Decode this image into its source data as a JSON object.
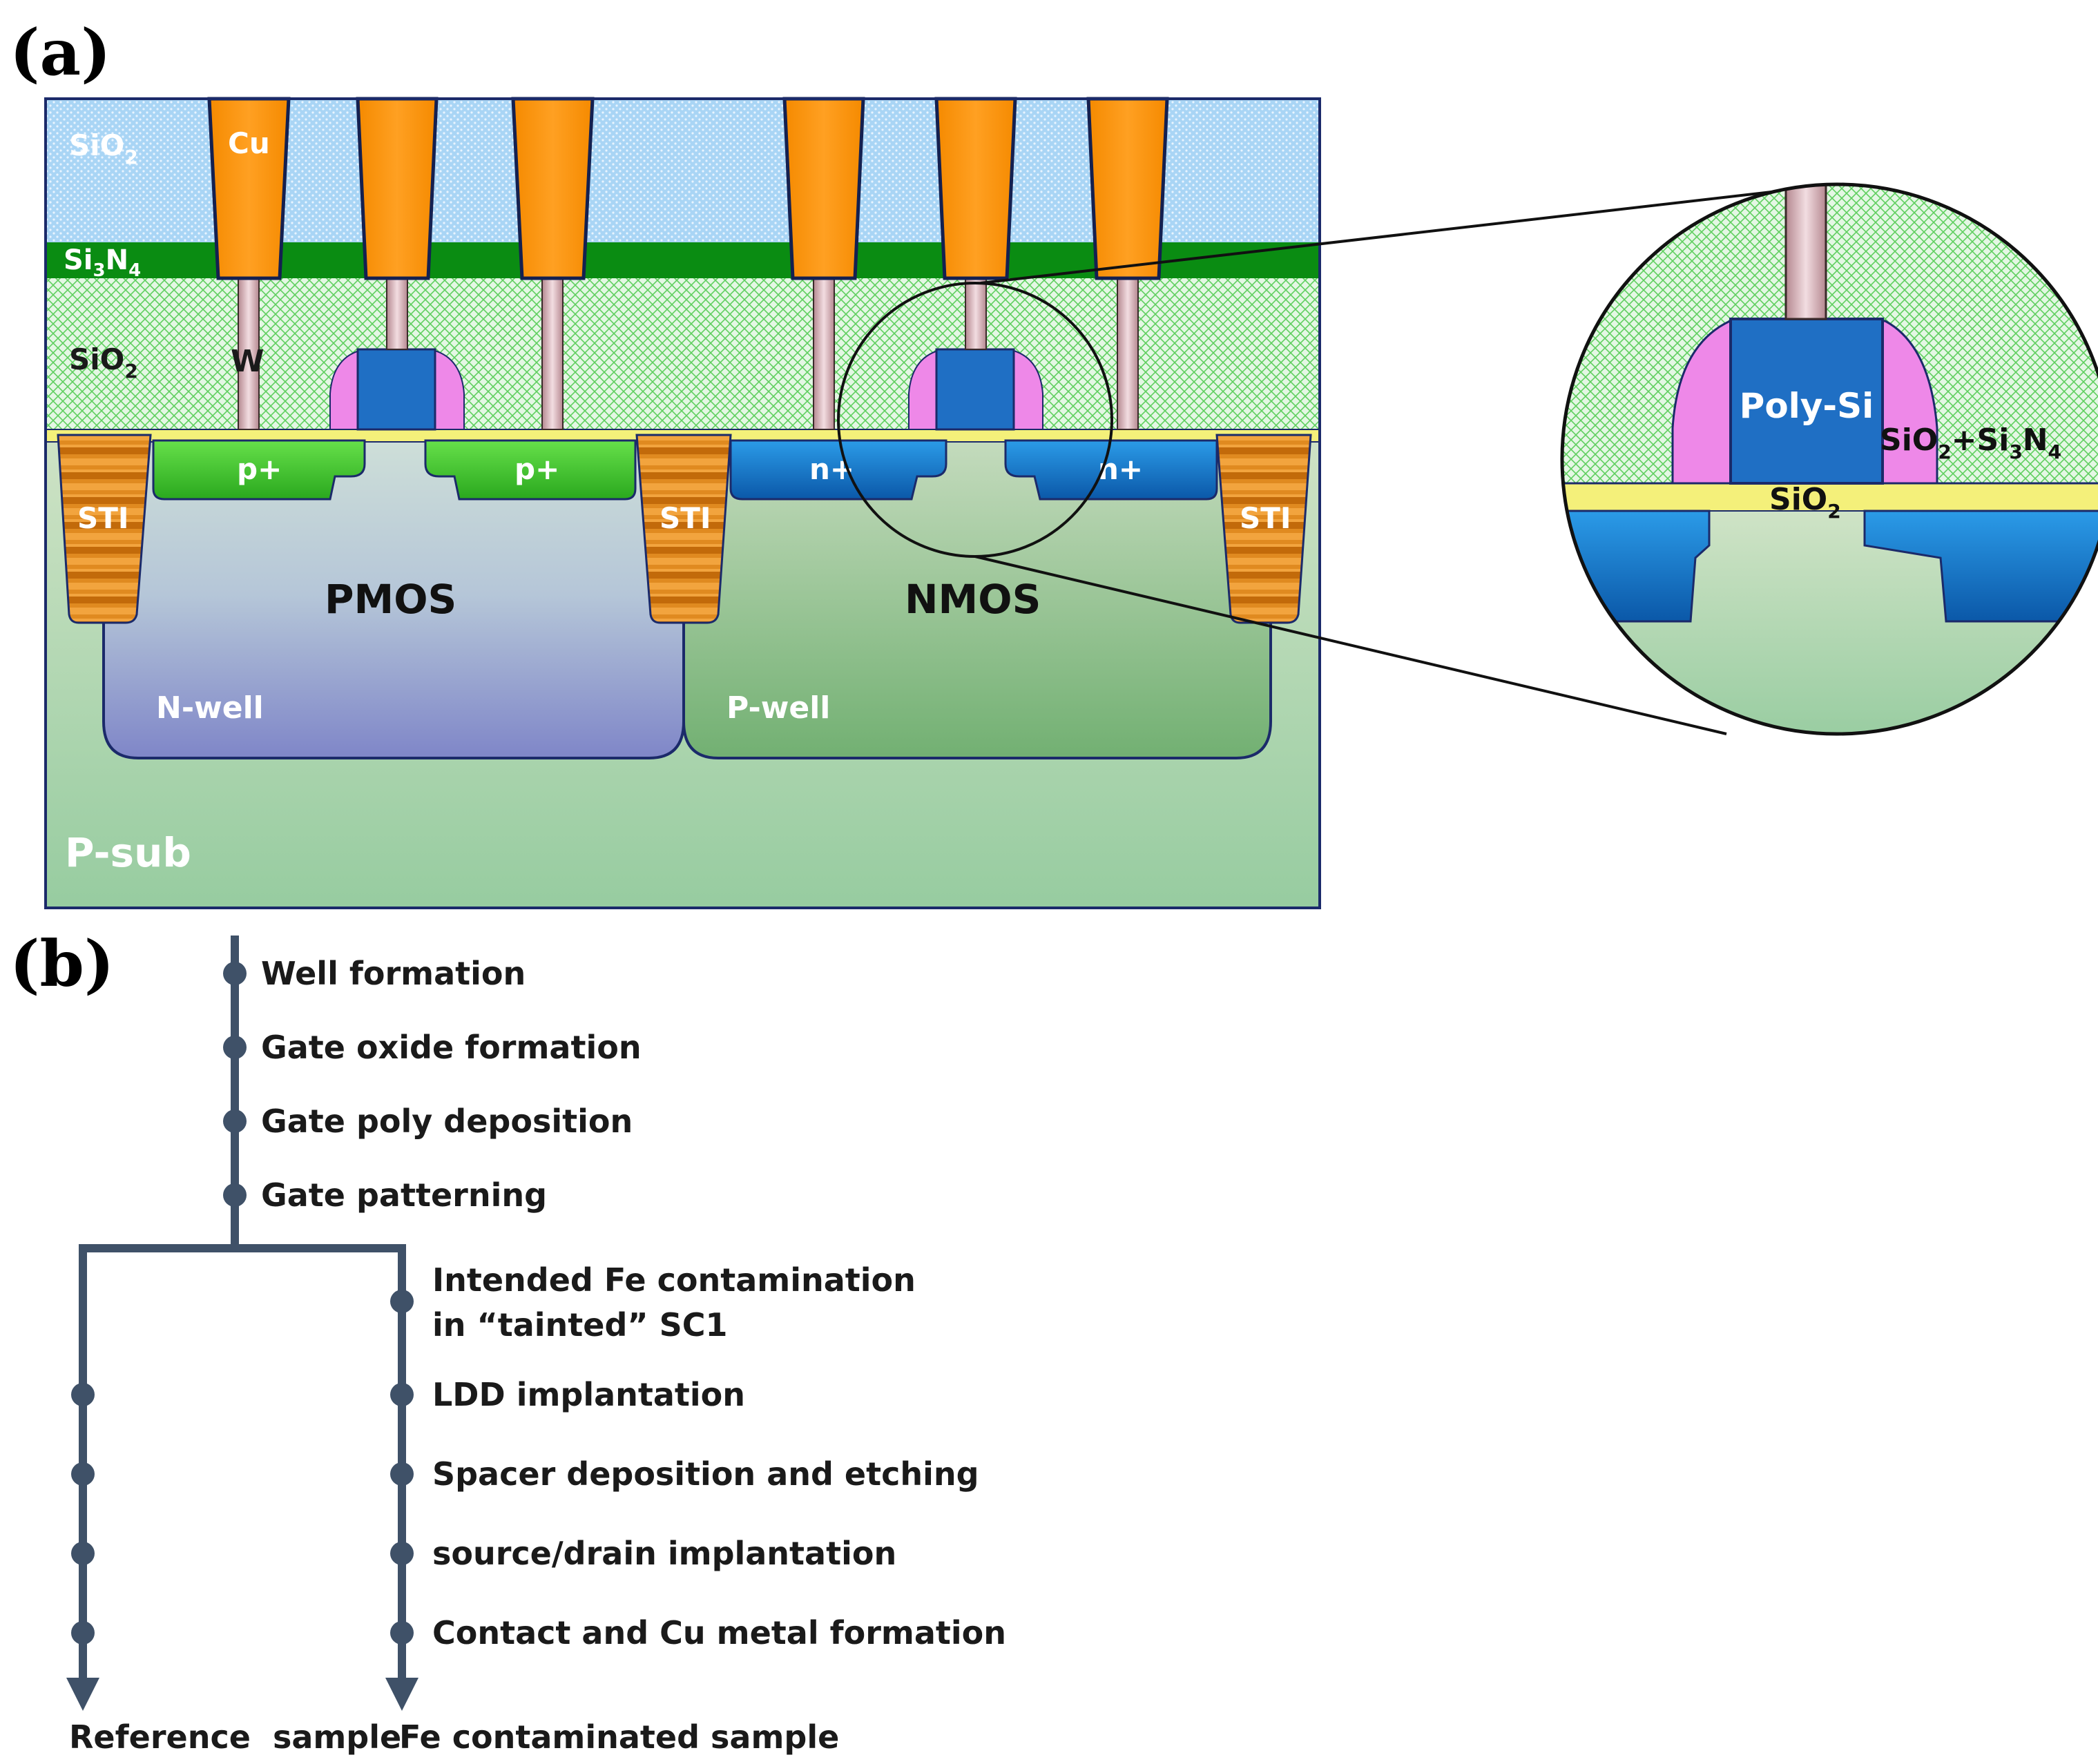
{
  "panel_a": {
    "label": "(a)",
    "layers": {
      "sio2_top": "SiO",
      "sio2_top_sub": "2",
      "cu": "Cu",
      "si3n4_a": "Si",
      "si3n4_sub1": "3",
      "si3n4_b": "N",
      "si3n4_sub2": "4",
      "sio2_ild": "SiO",
      "sio2_ild_sub": "2",
      "w": "W",
      "p_plus_left": "p+",
      "p_plus_right": "p+",
      "n_plus_left": "n+",
      "n_plus_right": "n+",
      "sti_left": "STI",
      "sti_middle": "STI",
      "sti_right": "STI",
      "pmos": "PMOS",
      "nmos": "NMOS",
      "n_well": "N-well",
      "p_well": "P-well",
      "p_sub": "P-sub"
    },
    "zoom": {
      "poly_si": "Poly-Si",
      "spacer_a": "SiO",
      "spacer_sub1": "2",
      "spacer_b": "+Si",
      "spacer_sub2": "3",
      "spacer_c": "N",
      "spacer_sub3": "4",
      "gate_oxide": "SiO",
      "gate_oxide_sub": "2"
    },
    "colors": {
      "sio2_top": "#a8d4f5",
      "si3n4": "#0a8c12",
      "sio2_ild": "#d6f2d6",
      "cu": "#f5950a",
      "w": "#d8a8b0",
      "gate": "#1f6fc4",
      "spacer": "#ee88e8",
      "p_plus": "#54d43c",
      "n_plus": "#1b86d9",
      "sti": "#d4780a",
      "n_well": "#8a93cc",
      "p_well": "#8cc07c",
      "p_sub": "#a2cfa2",
      "gate_oxide": "#f4f07a"
    }
  },
  "panel_b": {
    "label": "(b)",
    "common_steps": [
      "Well formation",
      "Gate oxide formation",
      "Gate poly deposition",
      "Gate patterning"
    ],
    "branch_steps": [
      "Intended Fe contamination",
      "in “tainted” SC1",
      "LDD implantation",
      "Spacer deposition and etching",
      "source/drain implantation",
      "Contact and  Cu metal formation"
    ],
    "outputs": {
      "reference": "Reference  sample",
      "contaminated": "Fe contaminated sample"
    },
    "line_color": "#3f5168"
  }
}
